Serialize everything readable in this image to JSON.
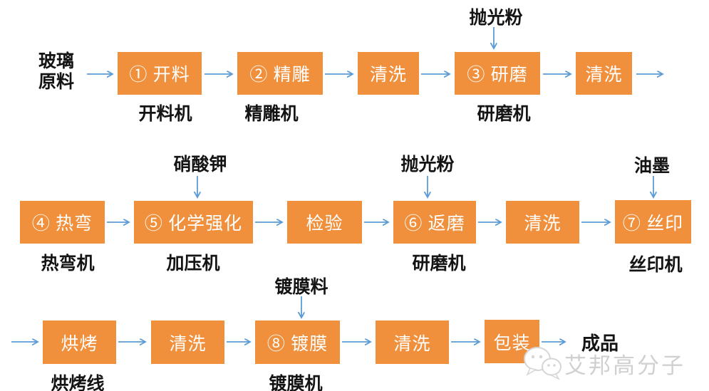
{
  "palette": {
    "box_fill": "#F0903C",
    "box_text": "#FFFFFF",
    "arrow_blue": "#5B9BD5",
    "label_text": "#141414",
    "watermark_gray": "#D0D0D0"
  },
  "flow": {
    "row1": {
      "source": "玻璃原料",
      "input": "抛光粉",
      "boxes": [
        {
          "label": "① 开料",
          "machine": "开料机"
        },
        {
          "label": "② 精雕",
          "machine": "精雕机"
        },
        {
          "label": "清洗"
        },
        {
          "label": "③ 研磨",
          "machine": "研磨机"
        },
        {
          "label": "清洗"
        }
      ]
    },
    "row2": {
      "inputs": [
        "硝酸钾",
        "抛光粉",
        "油墨"
      ],
      "boxes": [
        {
          "label": "④ 热弯",
          "machine": "热弯机"
        },
        {
          "label": "⑤ 化学强化",
          "machine": "加压机"
        },
        {
          "label": "检验"
        },
        {
          "label": "⑥ 返磨",
          "machine": "研磨机"
        },
        {
          "label": "清洗"
        },
        {
          "label": "⑦ 丝印",
          "machine": "丝印机"
        }
      ]
    },
    "row3": {
      "input": "镀膜料",
      "boxes": [
        {
          "label": "烘烤",
          "machine": "烘烤线"
        },
        {
          "label": "清洗"
        },
        {
          "label": "⑧ 镀膜",
          "machine": "镀膜机"
        },
        {
          "label": "清洗"
        },
        {
          "label": "包装"
        }
      ],
      "output": "成品"
    },
    "watermark": "艾邦高分子"
  }
}
